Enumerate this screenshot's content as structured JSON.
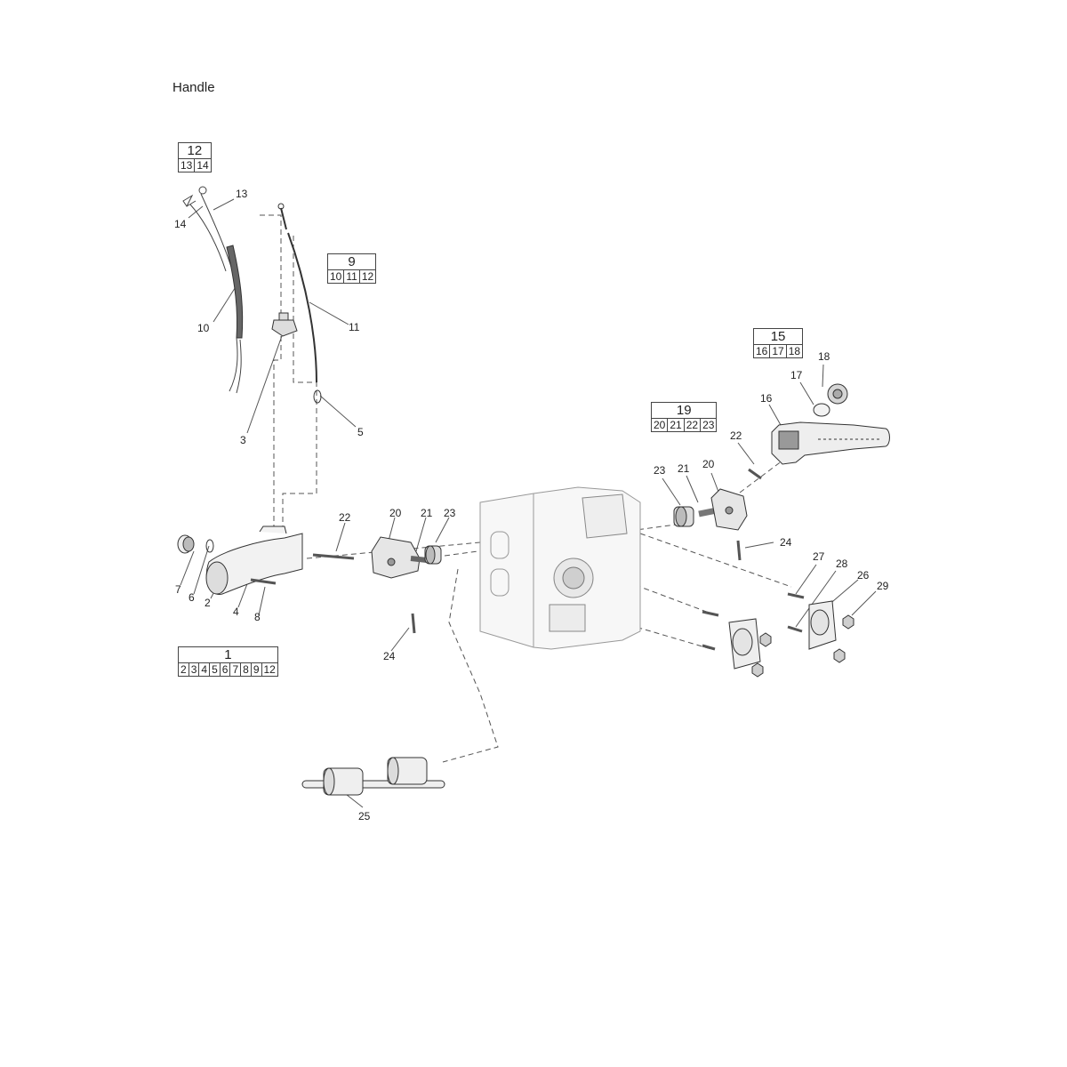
{
  "title": "Handle",
  "groups": [
    {
      "main": "12",
      "subs": [
        "13",
        "14"
      ]
    },
    {
      "main": "9",
      "subs": [
        "10",
        "11",
        "12"
      ]
    },
    {
      "main": "15",
      "subs": [
        "16",
        "17",
        "18"
      ]
    },
    {
      "main": "19",
      "subs": [
        "20",
        "21",
        "22",
        "23"
      ]
    },
    {
      "main": "1",
      "subs": [
        "2",
        "3",
        "4",
        "5",
        "6",
        "7",
        "8",
        "9",
        "12"
      ]
    }
  ],
  "callouts": [
    "13",
    "14",
    "10",
    "11",
    "3",
    "5",
    "18",
    "17",
    "16",
    "22",
    "23",
    "21",
    "20",
    "24",
    "27",
    "28",
    "26",
    "29",
    "7",
    "6",
    "2",
    "4",
    "8",
    "20",
    "21",
    "23",
    "22",
    "24",
    "25"
  ]
}
